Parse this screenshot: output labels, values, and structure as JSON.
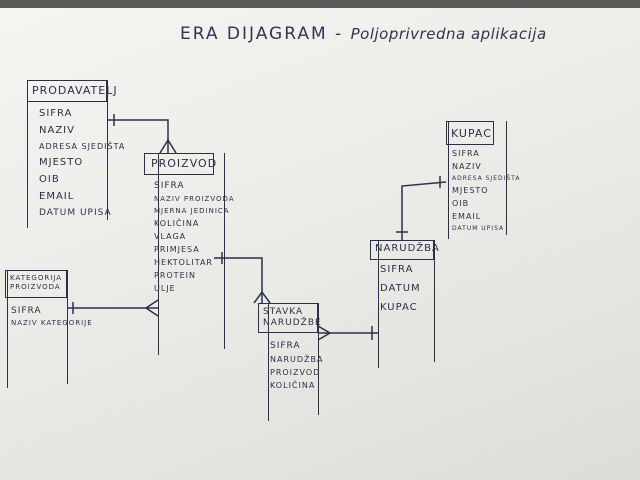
{
  "title": {
    "main": "ERA DIJAGRAM",
    "dash": " - ",
    "sub": "Poljoprivredna aplikacija"
  },
  "entities": {
    "prodavatelj": {
      "name": "PRODAVATELJ",
      "attributes": [
        "SIFRA",
        "NAZIV",
        "ADRESA SJEDIŠTA",
        "MJESTO",
        "OIB",
        "EMAIL",
        "DATUM UPISA"
      ]
    },
    "proizvod": {
      "name": "PROIZVOD",
      "attributes": [
        "SIFRA",
        "NAZIV PROIZVODA",
        "MJERNA JEDINICA",
        "KOLIČINA",
        "VLAGA",
        "PRIMJESA",
        "HEKTOLITAR",
        "PROTEIN",
        "ULJE"
      ]
    },
    "kategorija": {
      "name": "KATEGORIJA PROIZVODA",
      "attributes": [
        "SIFRA",
        "NAZIV KATEGORIJE"
      ]
    },
    "stavka": {
      "name": "STAVKA NARUDŽBE",
      "attributes": [
        "SIFRA",
        "NARUDŽBA",
        "PROIZVOD",
        "KOLIČINA"
      ]
    },
    "narudzba": {
      "name": "NARUDŽBA",
      "attributes": [
        "SIFRA",
        "DATUM",
        "KUPAC"
      ]
    },
    "kupac": {
      "name": "KUPAC",
      "attributes": [
        "SIFRA",
        "NAZIV",
        "ADRESA SJEDIŠTA",
        "MJESTO",
        "OIB",
        "EMAIL",
        "DATUM UPISA"
      ]
    }
  }
}
